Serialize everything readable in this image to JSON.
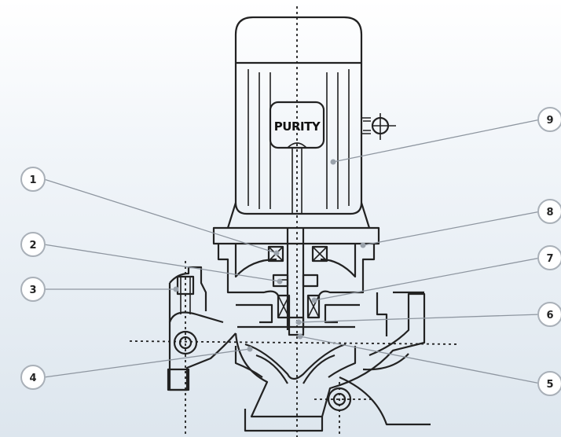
{
  "brand_label": "PURITY",
  "callouts": [
    {
      "label": "1"
    },
    {
      "label": "2"
    },
    {
      "label": "3"
    },
    {
      "label": "4"
    },
    {
      "label": "5"
    },
    {
      "label": "6"
    },
    {
      "label": "7"
    },
    {
      "label": "8"
    },
    {
      "label": "9"
    }
  ]
}
